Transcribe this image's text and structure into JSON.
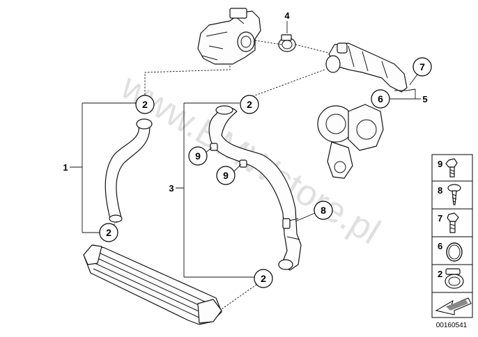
{
  "callouts": {
    "c2_top": "2",
    "c2_mid": "2",
    "c2_left_low": "2",
    "c2_bottom": "2",
    "c4": "4",
    "c7": "7",
    "c6": "6",
    "c8": "8",
    "c9_a": "9",
    "c9_b": "9"
  },
  "group_labels": {
    "g1": "1",
    "g3": "3",
    "g5": "5"
  },
  "legend": [
    {
      "num": "9",
      "icon": "bolt-icon"
    },
    {
      "num": "8",
      "icon": "screw-icon"
    },
    {
      "num": "7",
      "icon": "hex-bolt-icon"
    },
    {
      "num": "6",
      "icon": "seal-ring-icon"
    },
    {
      "num": "2",
      "icon": "hose-clamp-icon"
    }
  ],
  "diagram_id": "00160541",
  "watermark": "www.BMWstore.pl"
}
